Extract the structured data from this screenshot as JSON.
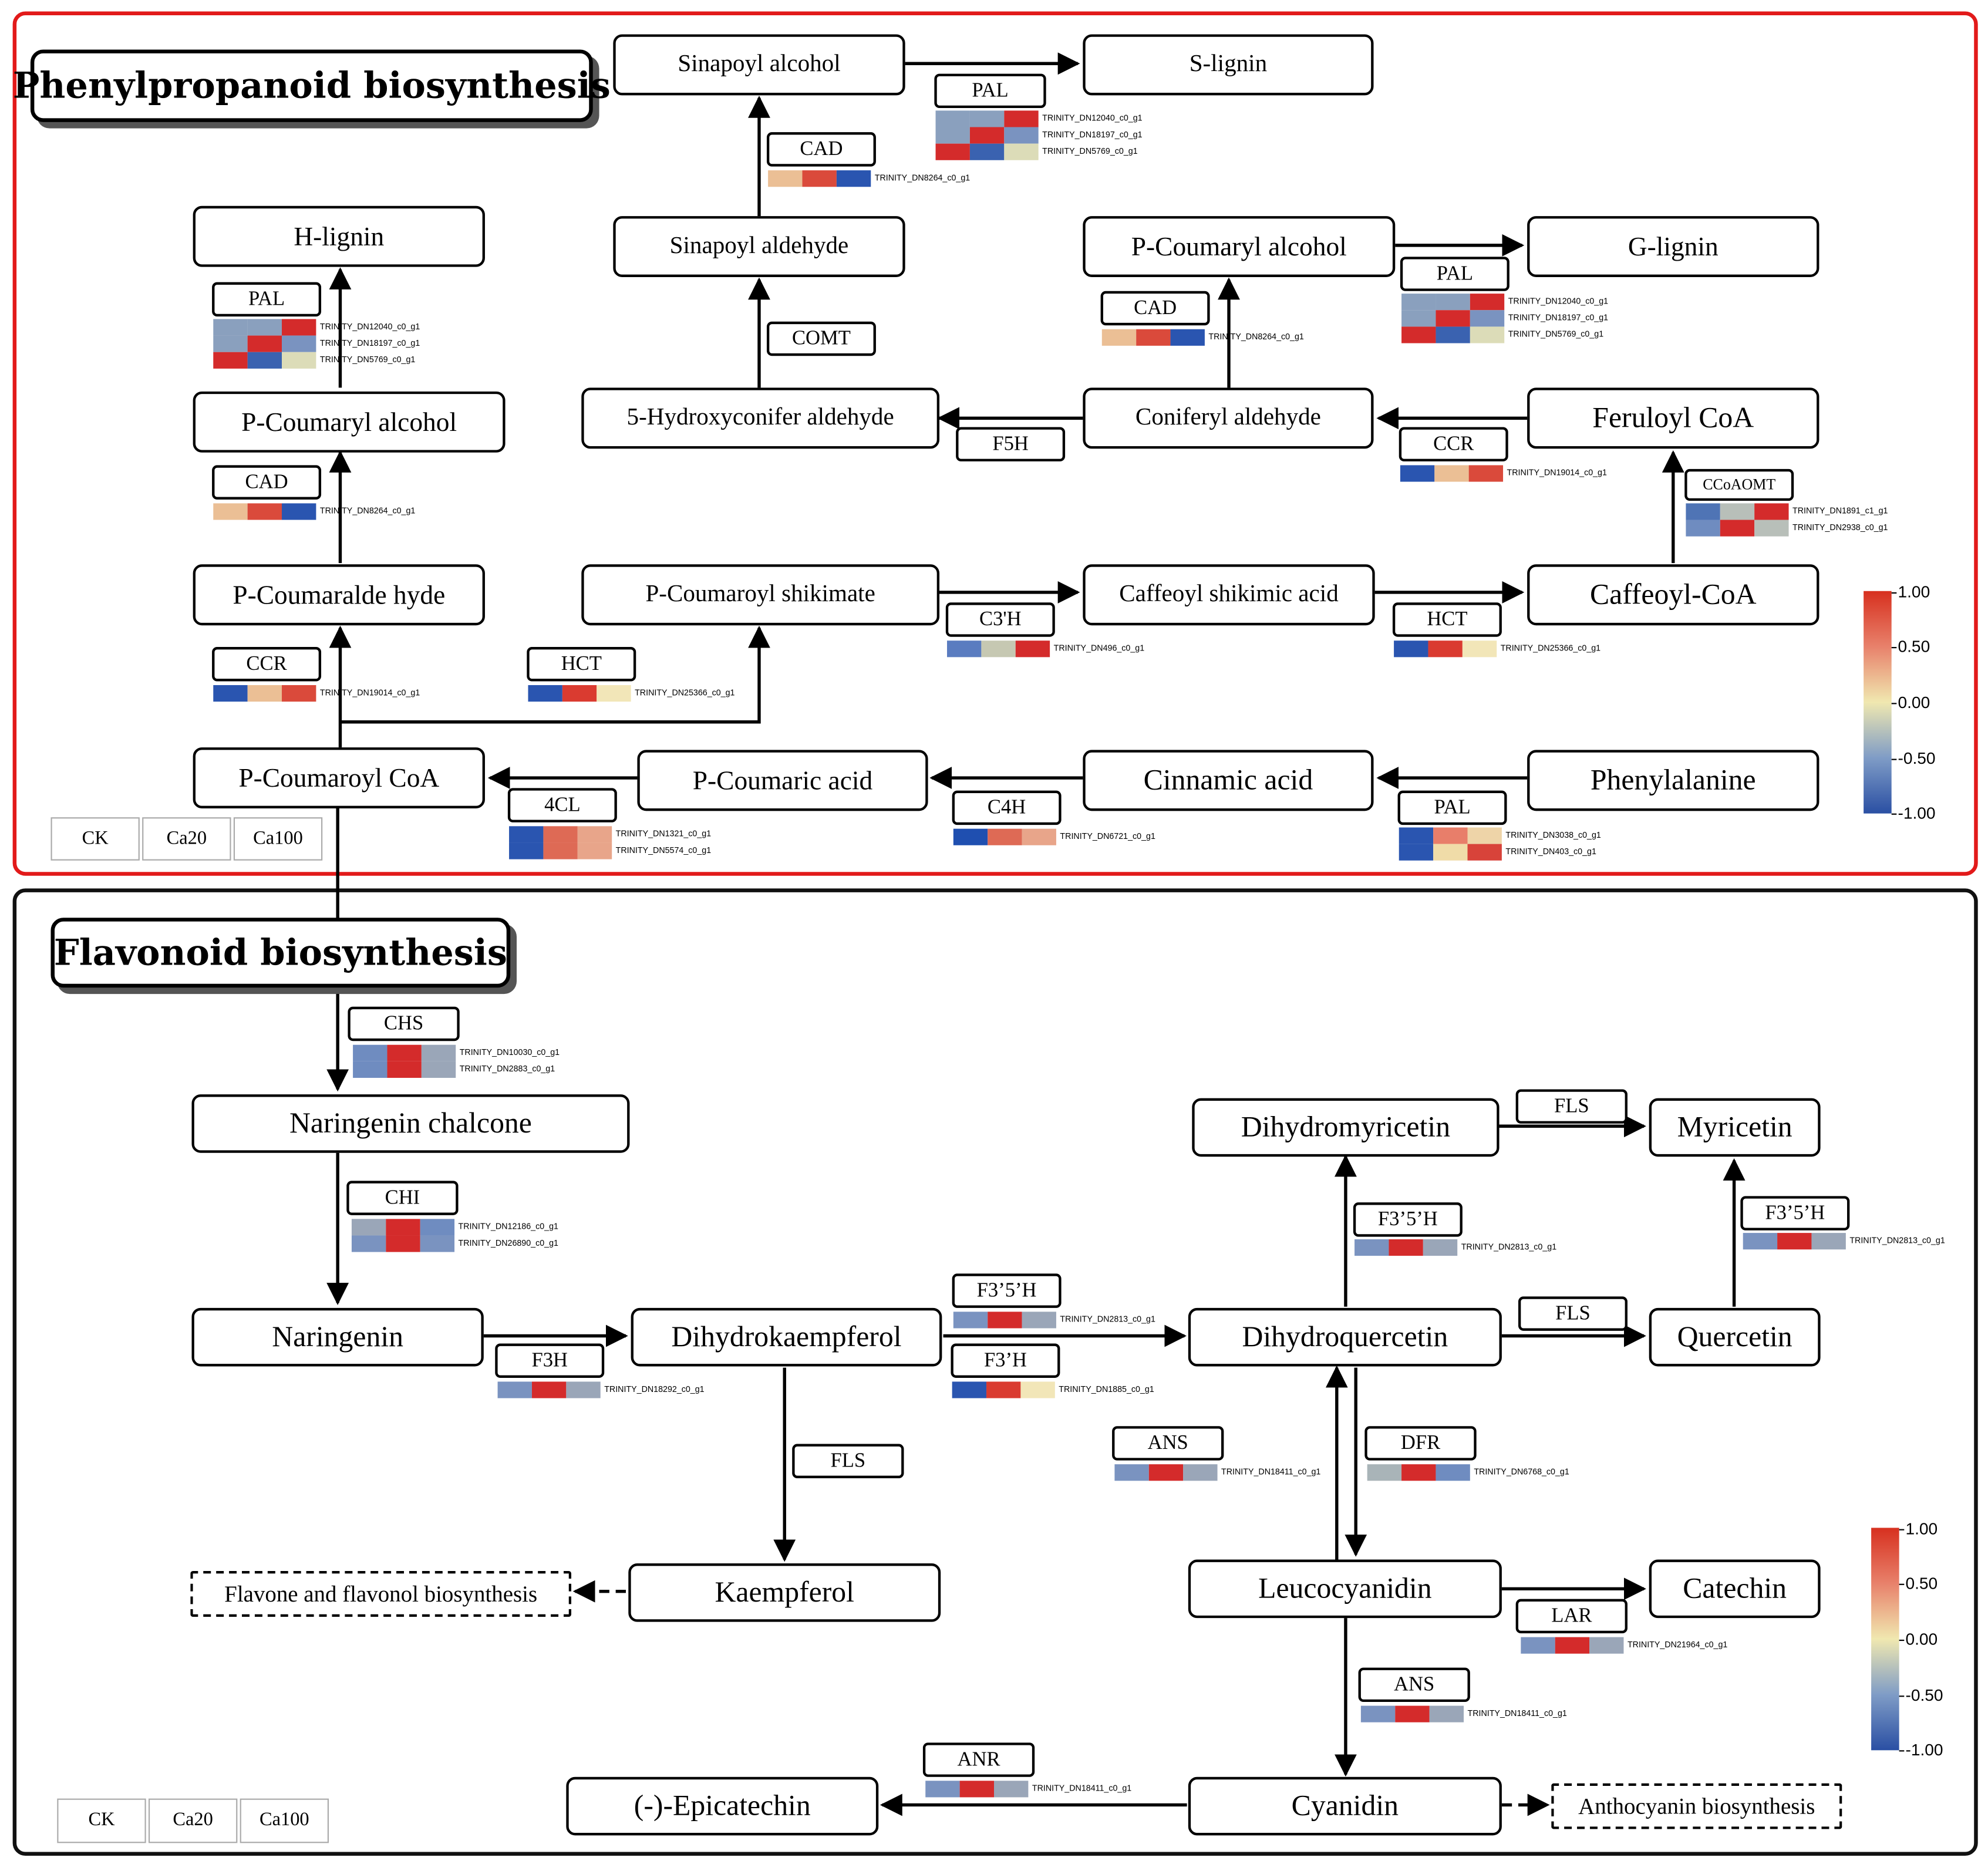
{
  "sections": {
    "phenylpropanoid": {
      "title": "Phenylpropanoid biosynthesis",
      "border_color": "#e21a1a"
    },
    "flavonoid": {
      "title": "Flavonoid biosynthesis",
      "border_color": "#111111"
    }
  },
  "compounds": {
    "sinapoyl_alcohol": "Sinapoyl alcohol",
    "s_lignin": "S-lignin",
    "h_lignin": "H-lignin",
    "sinapoyl_aldehyde": "Sinapoyl aldehyde",
    "p_coumaryl_alcohol_top": "P-Coumaryl alcohol",
    "g_lignin": "G-lignin",
    "p_coumaryl_alcohol_left": "P-Coumaryl alcohol",
    "hydroxyconifer_aldehyde": "5-Hydroxyconifer aldehyde",
    "coniferyl_aldehyde": "Coniferyl aldehyde",
    "feruloyl_coa": "Feruloyl CoA",
    "p_coumaraldehyde": "P-Coumaralde hyde",
    "p_coumaroyl_shikimate": "P-Coumaroyl shikimate",
    "caffeoyl_shikimic_acid": "Caffeoyl shikimic acid",
    "caffeoyl_coa": "Caffeoyl-CoA",
    "p_coumaroyl_coa": "P-Coumaroyl CoA",
    "p_coumaric_acid": "P-Coumaric acid",
    "cinnamic_acid": "Cinnamic acid",
    "phenylalanine": "Phenylalanine",
    "naringenin_chalcone": "Naringenin chalcone",
    "naringenin": "Naringenin",
    "dihydrokaempferol": "Dihydrokaempferol",
    "dihydromyricetin": "Dihydromyricetin",
    "myricetin": "Myricetin",
    "dihydroquercetin": "Dihydroquercetin",
    "quercetin": "Quercetin",
    "kaempferol": "Kaempferol",
    "flavone_flavonol": "Flavone and flavonol biosynthesis",
    "leucocyanidin": "Leucocyanidin",
    "catechin": "Catechin",
    "epicatechin": "(-)-Epicatechin",
    "cyanidin": "Cyanidin",
    "anthocyanin": "Anthocyanin biosynthesis"
  },
  "enzymes": {
    "pal_s": "PAL",
    "cad_s": "CAD",
    "pal_h": "PAL",
    "cad_h": "CAD",
    "pal_g": "PAL",
    "cad_g": "CAD",
    "comt": "COMT",
    "f5h": "F5H",
    "ccr_g": "CCR",
    "ccoaomt": "CCoAOMT",
    "ccr_h": "CCR",
    "hct_l": "HCT",
    "c3h": "C3'H",
    "hct_r": "HCT",
    "cl4": "4CL",
    "c4h": "C4H",
    "pal_phe": "PAL",
    "chs": "CHS",
    "chi": "CHI",
    "f3h": "F3H",
    "f35h_a": "F3’5’H",
    "f3ph": "F3’H",
    "fls_k": "FLS",
    "fls_m": "FLS",
    "f35h_b": "F3’5’H",
    "f35h_c": "F3’5’H",
    "fls_q": "FLS",
    "ans_a": "ANS",
    "dfr": "DFR",
    "lar": "LAR",
    "ans_b": "ANS",
    "anr": "ANR"
  },
  "heatmaps": {
    "pal_s": [
      {
        "colors": [
          "#8aa0be",
          "#8aa0be",
          "#d42b2b"
        ],
        "gene": "TRINITY_DN12040_c0_g1"
      },
      {
        "colors": [
          "#8aa0be",
          "#d42b2b",
          "#7a93c0"
        ],
        "gene": "TRINITY_DN18197_c0_g1"
      },
      {
        "colors": [
          "#d42b2b",
          "#3a62b0",
          "#dcdcb8"
        ],
        "gene": "TRINITY_DN5769_c0_g1"
      }
    ],
    "cad_s": [
      {
        "colors": [
          "#ebbf95",
          "#da4a3b",
          "#2a55b0"
        ],
        "gene": "TRINITY_DN8264_c0_g1"
      }
    ],
    "pal_h": [
      {
        "colors": [
          "#8aa0be",
          "#8aa0be",
          "#d42b2b"
        ],
        "gene": "TRINITY_DN12040_c0_g1"
      },
      {
        "colors": [
          "#8aa0be",
          "#d42b2b",
          "#7a93c0"
        ],
        "gene": "TRINITY_DN18197_c0_g1"
      },
      {
        "colors": [
          "#d42b2b",
          "#3a62b0",
          "#dcdcb8"
        ],
        "gene": "TRINITY_DN5769_c0_g1"
      }
    ],
    "pal_g": [
      {
        "colors": [
          "#8aa0be",
          "#8aa0be",
          "#d42b2b"
        ],
        "gene": "TRINITY_DN12040_c0_g1"
      },
      {
        "colors": [
          "#8aa0be",
          "#d42b2b",
          "#7a93c0"
        ],
        "gene": "TRINITY_DN18197_c0_g1"
      },
      {
        "colors": [
          "#d42b2b",
          "#3a62b0",
          "#dcdcb8"
        ],
        "gene": "TRINITY_DN5769_c0_g1"
      }
    ],
    "cad_g": [
      {
        "colors": [
          "#ebbf95",
          "#da4a3b",
          "#2a55b0"
        ],
        "gene": "TRINITY_DN8264_c0_g1"
      }
    ],
    "cad_h": [
      {
        "colors": [
          "#ebbf95",
          "#da4a3b",
          "#2a55b0"
        ],
        "gene": "TRINITY_DN8264_c0_g1"
      }
    ],
    "ccr_g": [
      {
        "colors": [
          "#2a55b0",
          "#ebbf95",
          "#da4a3b"
        ],
        "gene": "TRINITY_DN19014_c0_g1"
      }
    ],
    "ccoaomt": [
      {
        "colors": [
          "#4f74b5",
          "#b8bfb9",
          "#d42b2b"
        ],
        "gene": "TRINITY_DN1891_c1_g1"
      },
      {
        "colors": [
          "#6f8cc0",
          "#d42b2b",
          "#b8bfb9"
        ],
        "gene": "TRINITY_DN2938_c0_g1"
      }
    ],
    "ccr_h": [
      {
        "colors": [
          "#2a55b0",
          "#ebbf95",
          "#da4a3b"
        ],
        "gene": "TRINITY_DN19014_c0_g1"
      }
    ],
    "hct_l": [
      {
        "colors": [
          "#2a55b0",
          "#da3b30",
          "#f2e6b8"
        ],
        "gene": "TRINITY_DN25366_c0_g1"
      }
    ],
    "c3h": [
      {
        "colors": [
          "#5a7cc0",
          "#c6c8b2",
          "#d42b2b"
        ],
        "gene": "TRINITY_DN496_c0_g1"
      }
    ],
    "hct_r": [
      {
        "colors": [
          "#2a55b0",
          "#da3b30",
          "#f2e6b8"
        ],
        "gene": "TRINITY_DN25366_c0_g1"
      }
    ],
    "cl4": [
      {
        "colors": [
          "#2a55b0",
          "#de6a55",
          "#e8a58a"
        ],
        "gene": "TRINITY_DN1321_c0_g1"
      },
      {
        "colors": [
          "#2a55b0",
          "#de6a55",
          "#e8a58a"
        ],
        "gene": "TRINITY_DN5574_c0_g1"
      }
    ],
    "c4h": [
      {
        "colors": [
          "#1f4fb0",
          "#de6a55",
          "#e8a58a"
        ],
        "gene": "TRINITY_DN6721_c0_g1"
      }
    ],
    "pal_phe": [
      {
        "colors": [
          "#2a55b0",
          "#e87e6a",
          "#eed4a8"
        ],
        "gene": "TRINITY_DN3038_c0_g1"
      },
      {
        "colors": [
          "#2a55b0",
          "#f0dca8",
          "#d8433a"
        ],
        "gene": "TRINITY_DN403_c0_g1"
      }
    ],
    "chs": [
      {
        "colors": [
          "#6f8cc0",
          "#d42b2b",
          "#9aa6b8"
        ],
        "gene": "TRINITY_DN10030_c0_g1"
      },
      {
        "colors": [
          "#6f8cc0",
          "#d42b2b",
          "#9aa6b8"
        ],
        "gene": "TRINITY_DN2883_c0_g1"
      }
    ],
    "chi": [
      {
        "colors": [
          "#9aa6b8",
          "#d42b2b",
          "#6f8cc0"
        ],
        "gene": "TRINITY_DN12186_c0_g1"
      },
      {
        "colors": [
          "#7a93c0",
          "#d42b2b",
          "#7a93c0"
        ],
        "gene": "TRINITY_DN26890_c0_g1"
      }
    ],
    "f3h": [
      {
        "colors": [
          "#7a93c0",
          "#d42b2b",
          "#9aa6b8"
        ],
        "gene": "TRINITY_DN18292_c0_g1"
      }
    ],
    "f35h_a": [
      {
        "colors": [
          "#7a93c0",
          "#d42b2b",
          "#9aa6b8"
        ],
        "gene": "TRINITY_DN2813_c0_g1"
      }
    ],
    "f3ph": [
      {
        "colors": [
          "#2a55b0",
          "#da3b30",
          "#f2e6b8"
        ],
        "gene": "TRINITY_DN1885_c0_g1"
      }
    ],
    "f35h_b": [
      {
        "colors": [
          "#7a93c0",
          "#d42b2b",
          "#9aa6b8"
        ],
        "gene": "TRINITY_DN2813_c0_g1"
      }
    ],
    "f35h_c": [
      {
        "colors": [
          "#7a93c0",
          "#d42b2b",
          "#9aa6b8"
        ],
        "gene": "TRINITY_DN2813_c0_g1"
      }
    ],
    "ans_a": [
      {
        "colors": [
          "#7a93c0",
          "#d42b2b",
          "#9aa6b8"
        ],
        "gene": "TRINITY_DN18411_c0_g1"
      }
    ],
    "dfr": [
      {
        "colors": [
          "#a9b4b8",
          "#d42b2b",
          "#6f8cc0"
        ],
        "gene": "TRINITY_DN6768_c0_g1"
      }
    ],
    "lar": [
      {
        "colors": [
          "#7a93c0",
          "#d42b2b",
          "#9aa6b8"
        ],
        "gene": "TRINITY_DN21964_c0_g1"
      }
    ],
    "ans_b": [
      {
        "colors": [
          "#7a93c0",
          "#d42b2b",
          "#9aa6b8"
        ],
        "gene": "TRINITY_DN18411_c0_g1"
      }
    ],
    "anr": [
      {
        "colors": [
          "#7a93c0",
          "#d42b2b",
          "#9aa6b8"
        ],
        "gene": "TRINITY_DN18411_c0_g1"
      }
    ]
  },
  "legend": {
    "ticks": [
      "1.00",
      "0.50",
      "0.00",
      "-0.50",
      "-1.00"
    ],
    "colors": [
      "#d7301f",
      "#e8816b",
      "#f0e8b0",
      "#7f9cc6",
      "#2a4fa3"
    ]
  },
  "samples": [
    "CK",
    "Ca20",
    "Ca100"
  ]
}
